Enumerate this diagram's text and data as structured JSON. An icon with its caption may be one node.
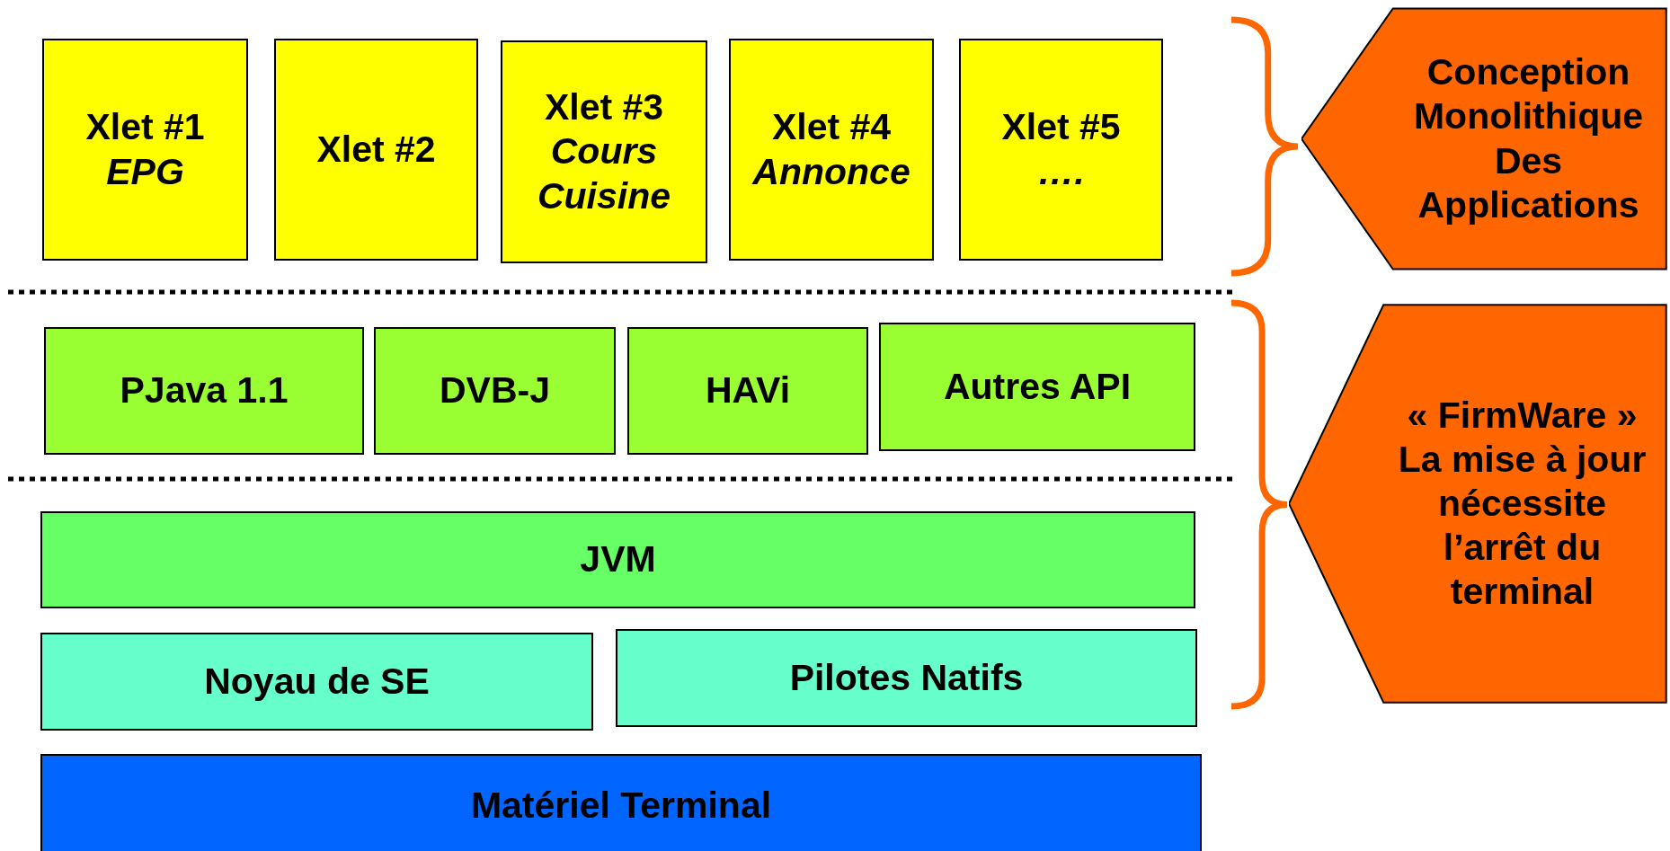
{
  "diagram": {
    "nodes": [
      {
        "text": [
          "Xlet #1",
          "EPG"
        ]
      },
      {
        "text": [
          "Xlet #2"
        ]
      },
      {
        "text": [
          "Xlet #3",
          "Cours Cuisine"
        ]
      },
      {
        "text": [
          "Xlet #4",
          "Annonce"
        ]
      },
      {
        "text": [
          "Xlet #5",
          "…."
        ]
      },
      {
        "text": [
          "PJava 1.1"
        ]
      },
      {
        "text": [
          "DVB-J"
        ]
      },
      {
        "text": [
          "HAVi"
        ]
      },
      {
        "text": [
          "Autres API"
        ]
      },
      {
        "text": [
          "JVM"
        ]
      },
      {
        "text": [
          "Noyau de SE"
        ]
      },
      {
        "text": [
          "Pilotes Natifs"
        ]
      },
      {
        "text": [
          "Matériel Terminal"
        ]
      },
      {
        "text": [
          "Conception Monolithique Des Applications"
        ]
      },
      {
        "text": [
          "« FirmWare » La mise à jour nécessite l’arrêt du terminal"
        ]
      }
    ]
  }
}
